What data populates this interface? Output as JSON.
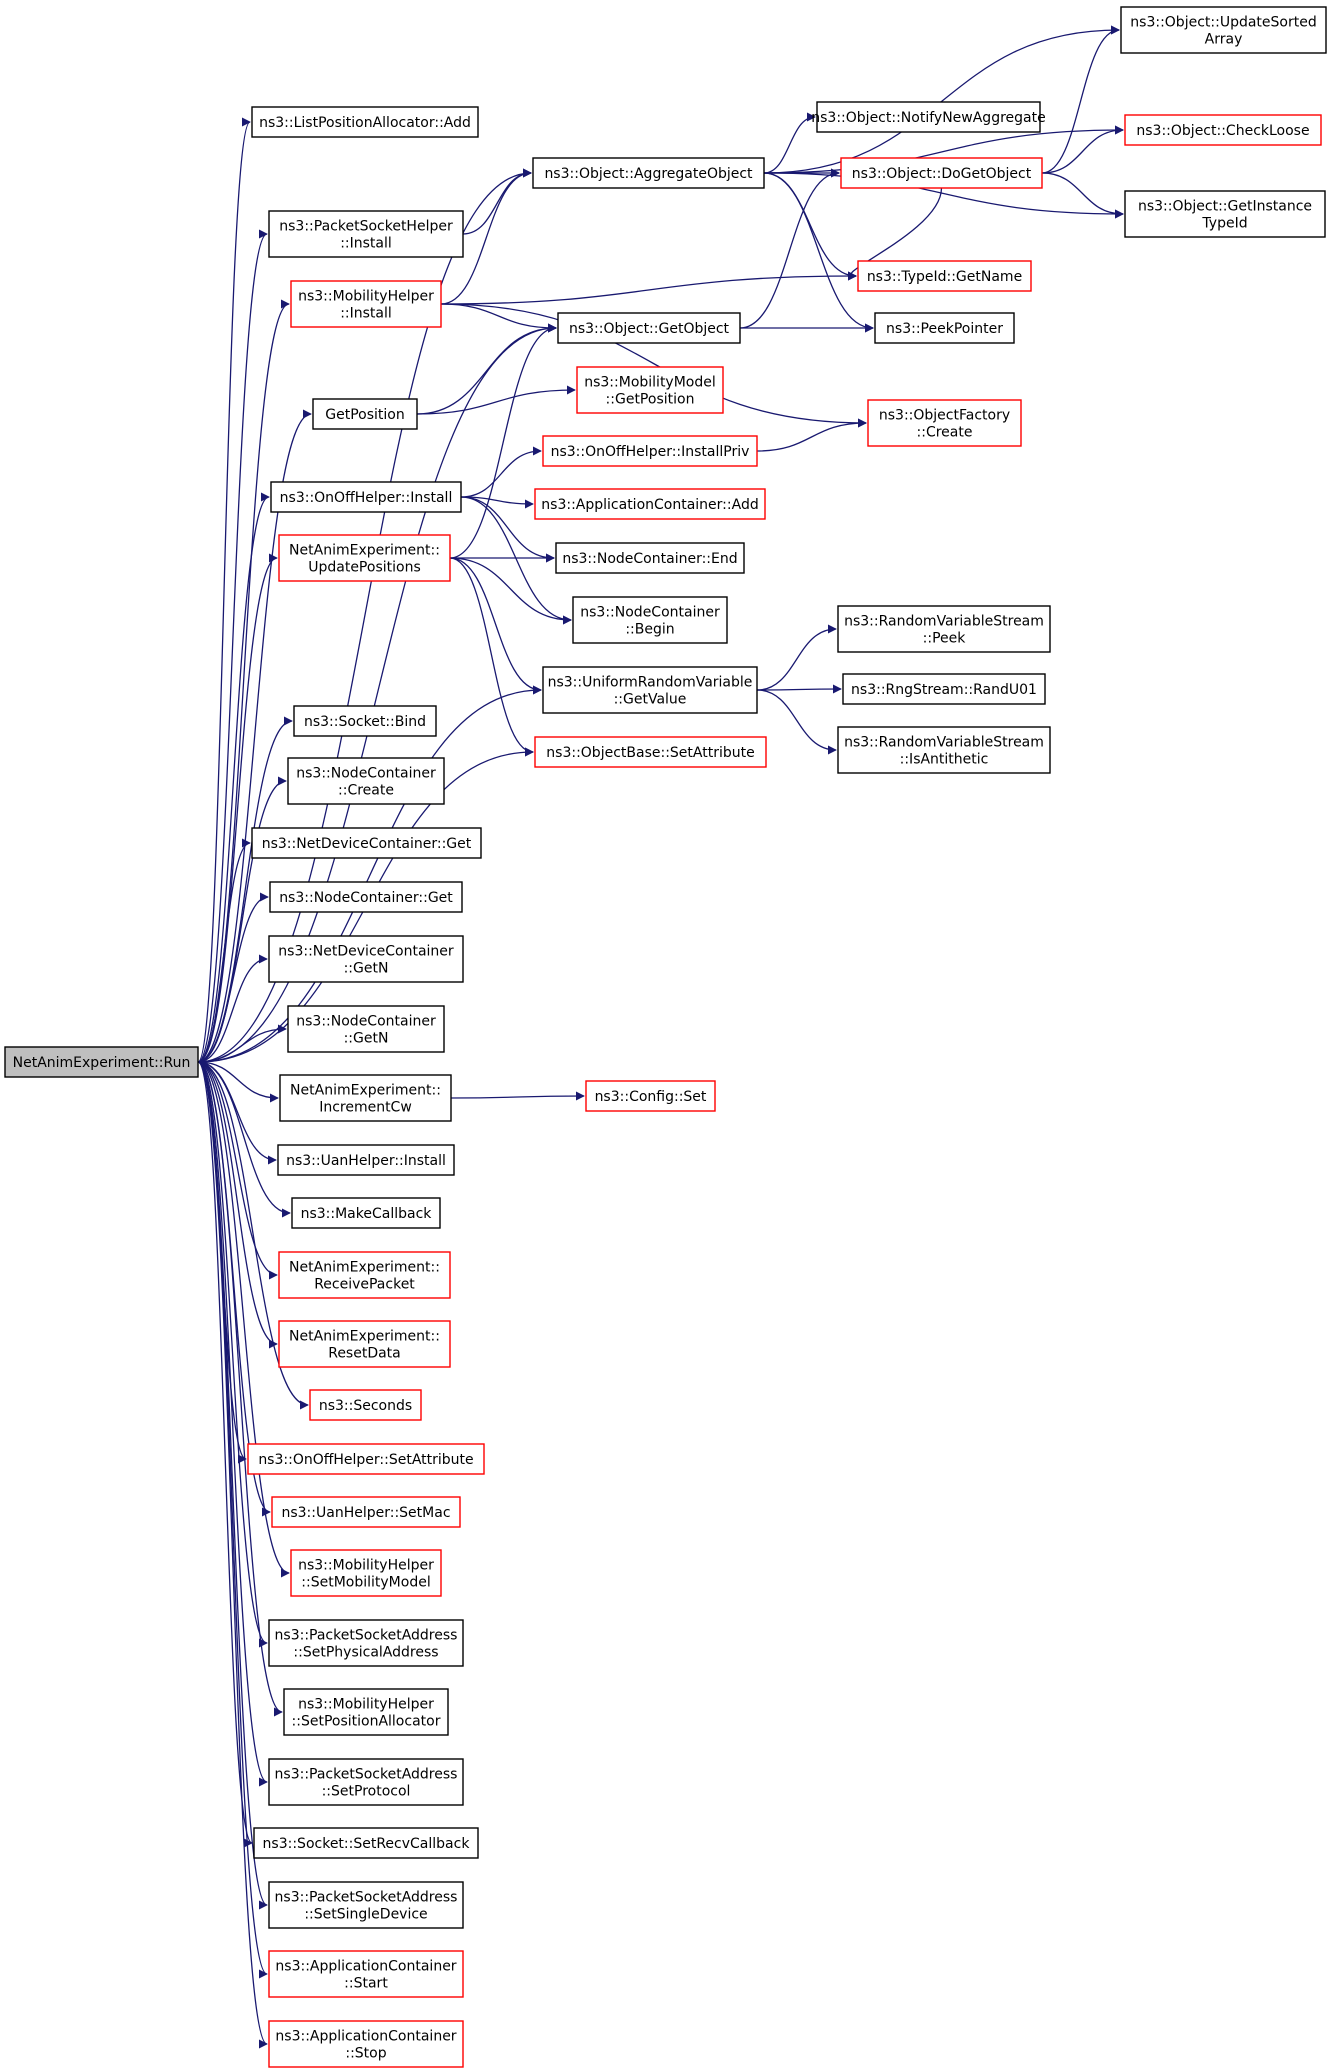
{
  "colors": {
    "edge": "#191970",
    "plain_border": "#000000",
    "linked_border": "#ff0000",
    "root_fill": "#bfbfbf"
  },
  "nodes": [
    {
      "id": "run",
      "lines": [
        "NetAnimExperiment::Run"
      ],
      "style": "root"
    },
    {
      "id": "list_add",
      "lines": [
        "ns3::ListPositionAllocator::Add"
      ],
      "style": "plain"
    },
    {
      "id": "pkt_install",
      "lines": [
        "ns3::PacketSocketHelper",
        "::Install"
      ],
      "style": "plain"
    },
    {
      "id": "mob_install",
      "lines": [
        "ns3::MobilityHelper",
        "::Install"
      ],
      "style": "red"
    },
    {
      "id": "getpos",
      "lines": [
        "GetPosition"
      ],
      "style": "plain"
    },
    {
      "id": "onoff_install",
      "lines": [
        "ns3::OnOffHelper::Install"
      ],
      "style": "plain"
    },
    {
      "id": "update_pos",
      "lines": [
        "NetAnimExperiment::",
        "UpdatePositions"
      ],
      "style": "red"
    },
    {
      "id": "socket_bind",
      "lines": [
        "ns3::Socket::Bind"
      ],
      "style": "plain"
    },
    {
      "id": "nc_create",
      "lines": [
        "ns3::NodeContainer",
        "::Create"
      ],
      "style": "plain"
    },
    {
      "id": "ndc_get",
      "lines": [
        "ns3::NetDeviceContainer::Get"
      ],
      "style": "plain"
    },
    {
      "id": "nc_get",
      "lines": [
        "ns3::NodeContainer::Get"
      ],
      "style": "plain"
    },
    {
      "id": "ndc_getn",
      "lines": [
        "ns3::NetDeviceContainer",
        "::GetN"
      ],
      "style": "plain"
    },
    {
      "id": "nc_getn",
      "lines": [
        "ns3::NodeContainer",
        "::GetN"
      ],
      "style": "plain"
    },
    {
      "id": "inc_cw",
      "lines": [
        "NetAnimExperiment::",
        "IncrementCw"
      ],
      "style": "plain"
    },
    {
      "id": "uan_install",
      "lines": [
        "ns3::UanHelper::Install"
      ],
      "style": "plain"
    },
    {
      "id": "make_cb",
      "lines": [
        "ns3::MakeCallback"
      ],
      "style": "plain"
    },
    {
      "id": "recv_pkt",
      "lines": [
        "NetAnimExperiment::",
        "ReceivePacket"
      ],
      "style": "red"
    },
    {
      "id": "reset_data",
      "lines": [
        "NetAnimExperiment::",
        "ResetData"
      ],
      "style": "red"
    },
    {
      "id": "seconds",
      "lines": [
        "ns3::Seconds"
      ],
      "style": "red"
    },
    {
      "id": "onoff_setattr",
      "lines": [
        "ns3::OnOffHelper::SetAttribute"
      ],
      "style": "red"
    },
    {
      "id": "uan_setmac",
      "lines": [
        "ns3::UanHelper::SetMac"
      ],
      "style": "red"
    },
    {
      "id": "mob_setmodel",
      "lines": [
        "ns3::MobilityHelper",
        "::SetMobilityModel"
      ],
      "style": "red"
    },
    {
      "id": "psa_setphys",
      "lines": [
        "ns3::PacketSocketAddress",
        "::SetPhysicalAddress"
      ],
      "style": "plain"
    },
    {
      "id": "mob_setalloc",
      "lines": [
        "ns3::MobilityHelper",
        "::SetPositionAllocator"
      ],
      "style": "plain"
    },
    {
      "id": "psa_setproto",
      "lines": [
        "ns3::PacketSocketAddress",
        "::SetProtocol"
      ],
      "style": "plain"
    },
    {
      "id": "sock_setrecv",
      "lines": [
        "ns3::Socket::SetRecvCallback"
      ],
      "style": "plain"
    },
    {
      "id": "psa_setsingle",
      "lines": [
        "ns3::PacketSocketAddress",
        "::SetSingleDevice"
      ],
      "style": "plain"
    },
    {
      "id": "ac_start",
      "lines": [
        "ns3::ApplicationContainer",
        "::Start"
      ],
      "style": "red"
    },
    {
      "id": "ac_stop",
      "lines": [
        "ns3::ApplicationContainer",
        "::Stop"
      ],
      "style": "red"
    },
    {
      "id": "obj_aggregate",
      "lines": [
        "ns3::Object::AggregateObject"
      ],
      "style": "plain"
    },
    {
      "id": "obj_getobject",
      "lines": [
        "ns3::Object::GetObject"
      ],
      "style": "plain"
    },
    {
      "id": "mm_getpos",
      "lines": [
        "ns3::MobilityModel",
        "::GetPosition"
      ],
      "style": "red"
    },
    {
      "id": "onoff_installpriv",
      "lines": [
        "ns3::OnOffHelper::InstallPriv"
      ],
      "style": "red"
    },
    {
      "id": "ac_add",
      "lines": [
        "ns3::ApplicationContainer::Add"
      ],
      "style": "red"
    },
    {
      "id": "nc_end",
      "lines": [
        "ns3::NodeContainer::End"
      ],
      "style": "plain"
    },
    {
      "id": "nc_begin",
      "lines": [
        "ns3::NodeContainer",
        "::Begin"
      ],
      "style": "plain"
    },
    {
      "id": "urv_getvalue",
      "lines": [
        "ns3::UniformRandomVariable",
        "::GetValue"
      ],
      "style": "plain"
    },
    {
      "id": "ob_setattr",
      "lines": [
        "ns3::ObjectBase::SetAttribute"
      ],
      "style": "red"
    },
    {
      "id": "config_set",
      "lines": [
        "ns3::Config::Set"
      ],
      "style": "red"
    },
    {
      "id": "obj_notify",
      "lines": [
        "ns3::Object::NotifyNewAggregate"
      ],
      "style": "plain"
    },
    {
      "id": "obj_dogetobject",
      "lines": [
        "ns3::Object::DoGetObject"
      ],
      "style": "red"
    },
    {
      "id": "typeid_getname",
      "lines": [
        "ns3::TypeId::GetName"
      ],
      "style": "red"
    },
    {
      "id": "peek_pointer",
      "lines": [
        "ns3::PeekPointer"
      ],
      "style": "plain"
    },
    {
      "id": "objfactory_create",
      "lines": [
        "ns3::ObjectFactory",
        "::Create"
      ],
      "style": "red"
    },
    {
      "id": "rvs_peek",
      "lines": [
        "ns3::RandomVariableStream",
        "::Peek"
      ],
      "style": "plain"
    },
    {
      "id": "rng_randu01",
      "lines": [
        "ns3::RngStream::RandU01"
      ],
      "style": "plain"
    },
    {
      "id": "rvs_isanti",
      "lines": [
        "ns3::RandomVariableStream",
        "::IsAntithetic"
      ],
      "style": "plain"
    },
    {
      "id": "obj_updatesorted",
      "lines": [
        "ns3::Object::UpdateSorted",
        "Array"
      ],
      "style": "plain"
    },
    {
      "id": "obj_checkloose",
      "lines": [
        "ns3::Object::CheckLoose"
      ],
      "style": "red"
    },
    {
      "id": "obj_getinstance",
      "lines": [
        "ns3::Object::GetInstance",
        "TypeId"
      ],
      "style": "plain"
    }
  ],
  "edges": [
    [
      "run",
      "list_add"
    ],
    [
      "run",
      "obj_aggregate"
    ],
    [
      "run",
      "pkt_install"
    ],
    [
      "run",
      "mob_install"
    ],
    [
      "run",
      "obj_getobject"
    ],
    [
      "run",
      "getpos"
    ],
    [
      "run",
      "onoff_install"
    ],
    [
      "run",
      "update_pos"
    ],
    [
      "run",
      "urv_getvalue"
    ],
    [
      "run",
      "ob_setattr"
    ],
    [
      "run",
      "socket_bind"
    ],
    [
      "run",
      "nc_create"
    ],
    [
      "run",
      "ndc_get"
    ],
    [
      "run",
      "nc_get"
    ],
    [
      "run",
      "ndc_getn"
    ],
    [
      "run",
      "nc_getn"
    ],
    [
      "run",
      "inc_cw"
    ],
    [
      "run",
      "uan_install"
    ],
    [
      "run",
      "make_cb"
    ],
    [
      "run",
      "recv_pkt"
    ],
    [
      "run",
      "reset_data"
    ],
    [
      "run",
      "seconds"
    ],
    [
      "run",
      "onoff_setattr"
    ],
    [
      "run",
      "uan_setmac"
    ],
    [
      "run",
      "mob_setmodel"
    ],
    [
      "run",
      "psa_setphys"
    ],
    [
      "run",
      "mob_setalloc"
    ],
    [
      "run",
      "psa_setproto"
    ],
    [
      "run",
      "sock_setrecv"
    ],
    [
      "run",
      "psa_setsingle"
    ],
    [
      "run",
      "ac_start"
    ],
    [
      "run",
      "ac_stop"
    ],
    [
      "pkt_install",
      "obj_aggregate"
    ],
    [
      "mob_install",
      "obj_aggregate"
    ],
    [
      "mob_install",
      "obj_getobject"
    ],
    [
      "mob_install",
      "typeid_getname"
    ],
    [
      "mob_install",
      "objfactory_create"
    ],
    [
      "getpos",
      "obj_getobject"
    ],
    [
      "getpos",
      "mm_getpos"
    ],
    [
      "onoff_install",
      "onoff_installpriv"
    ],
    [
      "onoff_install",
      "ac_add"
    ],
    [
      "onoff_install",
      "nc_end"
    ],
    [
      "onoff_install",
      "nc_begin"
    ],
    [
      "update_pos",
      "obj_getobject"
    ],
    [
      "update_pos",
      "nc_end"
    ],
    [
      "update_pos",
      "nc_begin"
    ],
    [
      "update_pos",
      "urv_getvalue"
    ],
    [
      "update_pos",
      "ob_setattr"
    ],
    [
      "inc_cw",
      "config_set"
    ],
    [
      "obj_aggregate",
      "obj_updatesorted"
    ],
    [
      "obj_aggregate",
      "obj_notify"
    ],
    [
      "obj_aggregate",
      "obj_dogetobject"
    ],
    [
      "obj_aggregate",
      "obj_checkloose"
    ],
    [
      "obj_aggregate",
      "obj_getinstance"
    ],
    [
      "obj_aggregate",
      "typeid_getname"
    ],
    [
      "obj_aggregate",
      "peek_pointer"
    ],
    [
      "obj_getobject",
      "obj_dogetobject"
    ],
    [
      "obj_getobject",
      "peek_pointer"
    ],
    [
      "obj_dogetobject",
      "obj_updatesorted"
    ],
    [
      "obj_dogetobject",
      "obj_checkloose"
    ],
    [
      "obj_dogetobject",
      "obj_getinstance"
    ],
    [
      "obj_dogetobject",
      "typeid_getname"
    ],
    [
      "onoff_installpriv",
      "objfactory_create"
    ],
    [
      "urv_getvalue",
      "rvs_peek"
    ],
    [
      "urv_getvalue",
      "rng_randu01"
    ],
    [
      "urv_getvalue",
      "rvs_isanti"
    ]
  ]
}
